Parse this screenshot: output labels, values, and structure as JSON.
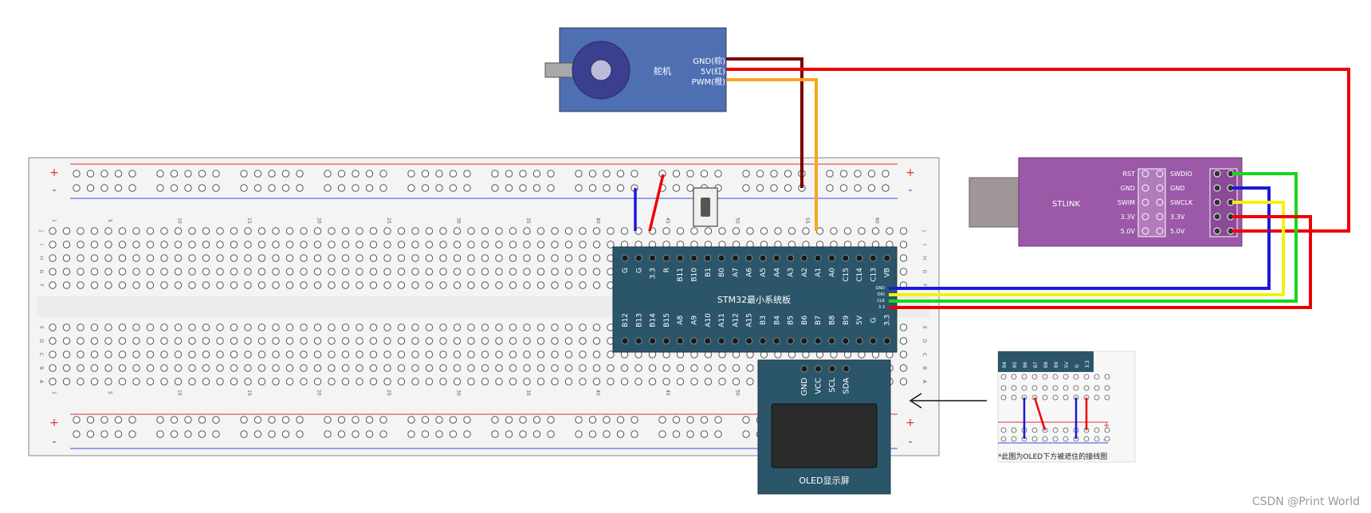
{
  "servo": {
    "label": "舵机",
    "pins": [
      "GND(棕)",
      "5V(红)",
      "PWM(橙)"
    ]
  },
  "stlink": {
    "label": "STLINK",
    "left_pins": [
      "RST",
      "GND",
      "SWIM",
      "3.3V",
      "5.0V"
    ],
    "right_pins": [
      "SWDIO",
      "GND",
      "SWCLK",
      "3.3V",
      "5.0V"
    ]
  },
  "stm32": {
    "label": "STM32最小系统板",
    "top_pins": [
      "G",
      "G",
      "3.3",
      "R",
      "B11",
      "B10",
      "B1",
      "B0",
      "A7",
      "A6",
      "A5",
      "A4",
      "A3",
      "A2",
      "A1",
      "A0",
      "C15",
      "C14",
      "C13",
      "VB"
    ],
    "bottom_pins": [
      "B12",
      "B13",
      "B14",
      "B15",
      "A8",
      "A9",
      "A10",
      "A11",
      "A12",
      "A15",
      "B3",
      "B4",
      "B5",
      "B6",
      "B7",
      "B8",
      "B9",
      "5V",
      "G",
      "3.3"
    ],
    "swd_pins": [
      "GND",
      "DIO",
      "CLK",
      "3.3"
    ]
  },
  "oled": {
    "label": "OLED显示屏",
    "pins": [
      "GND",
      "VCC",
      "SCL",
      "SDA"
    ]
  },
  "breadboard": {
    "rail_plus": "+",
    "rail_minus": "-",
    "column_numbers": [
      "1",
      "5",
      "10",
      "15",
      "20",
      "25",
      "30",
      "35",
      "40",
      "45",
      "50",
      "55",
      "60"
    ],
    "row_letters_top": [
      "J",
      "I",
      "H",
      "G",
      "F"
    ],
    "row_letters_bottom": [
      "E",
      "D",
      "C",
      "B",
      "A"
    ]
  },
  "inset": {
    "caption": "*此图为OLED下方被遮住的接线图",
    "pins": [
      "B4",
      "B5",
      "B6",
      "B7",
      "B8",
      "B9",
      "5V",
      "G",
      "3.3"
    ],
    "rail_plus": "+",
    "rail_minus": "-"
  },
  "watermark": "CSDN @Print World",
  "colors": {
    "servo_body": "#4f6fb3",
    "stlink_body": "#9b59a7",
    "board_body": "#2b566a",
    "wire_gnd": "#7a0000",
    "wire_5v": "#ee0000",
    "wire_pwm": "#f5a623",
    "wire_blue": "#1a1ad6",
    "wire_yellow": "#f2f20a",
    "wire_green": "#1ad61a",
    "rail_red": "#e03030",
    "rail_blue": "#3050e0"
  }
}
